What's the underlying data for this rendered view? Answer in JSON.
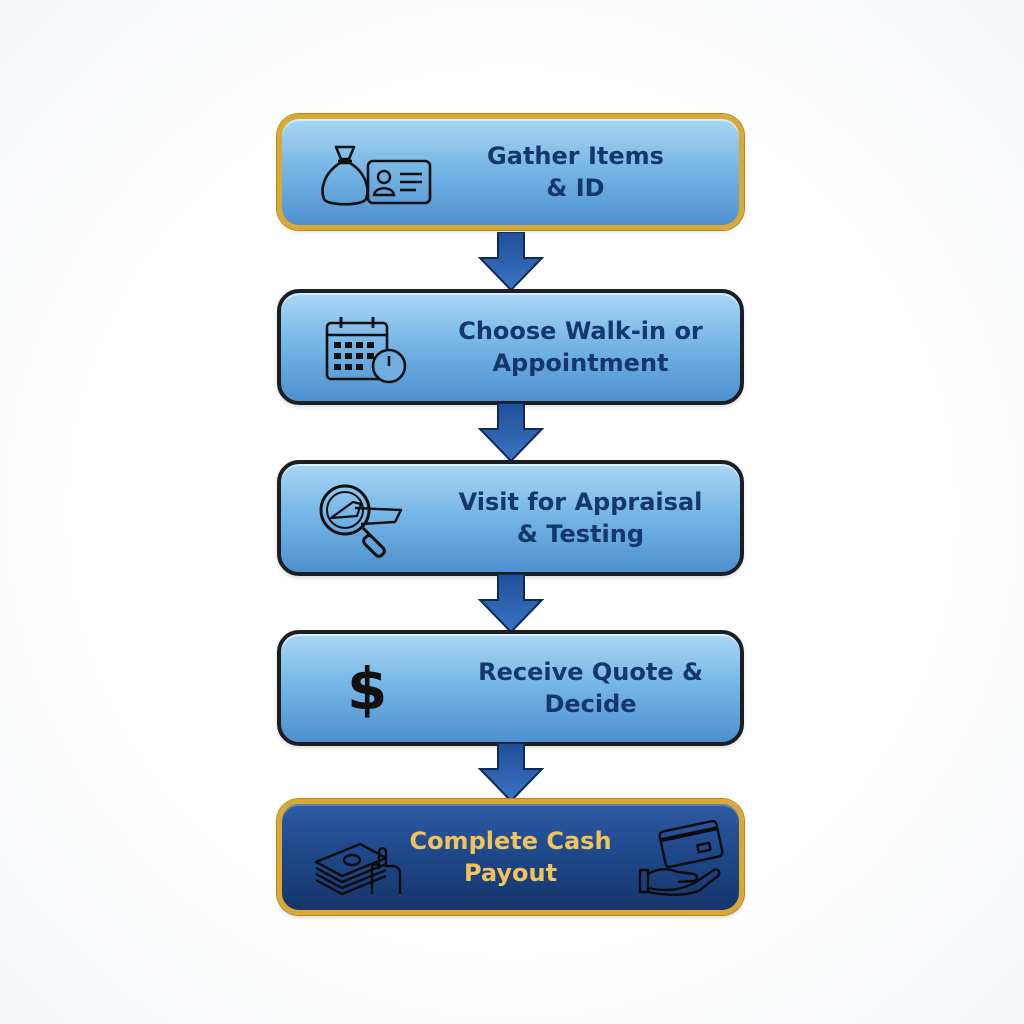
{
  "steps": [
    {
      "line1": "Gather Items",
      "line2": "& ID",
      "icons": [
        "money-bag-icon",
        "id-card-icon"
      ]
    },
    {
      "line1": "Choose Walk-in or",
      "line2": "Appointment",
      "icons": [
        "calendar-clock-icon"
      ]
    },
    {
      "line1": "Visit for Appraisal",
      "line2": "& Testing",
      "icons": [
        "magnifier-gold-icon"
      ]
    },
    {
      "line1": "Receive Quote &",
      "line2": "Decide",
      "icons": [
        "dollar-icon"
      ],
      "symbol": "$"
    },
    {
      "line1": "Complete Cash",
      "line2": "Payout",
      "icons": [
        "cash-hand-icon",
        "card-hand-icon"
      ]
    }
  ],
  "colors": {
    "box_light": "#78b7e6",
    "box_dark": "#1e4788",
    "border_gold": "#d9a936",
    "border_dark": "#1b1f24",
    "text_dark_blue": "#14386b",
    "text_gold": "#f2c35a",
    "arrow_blue": "#2b5fa8"
  }
}
